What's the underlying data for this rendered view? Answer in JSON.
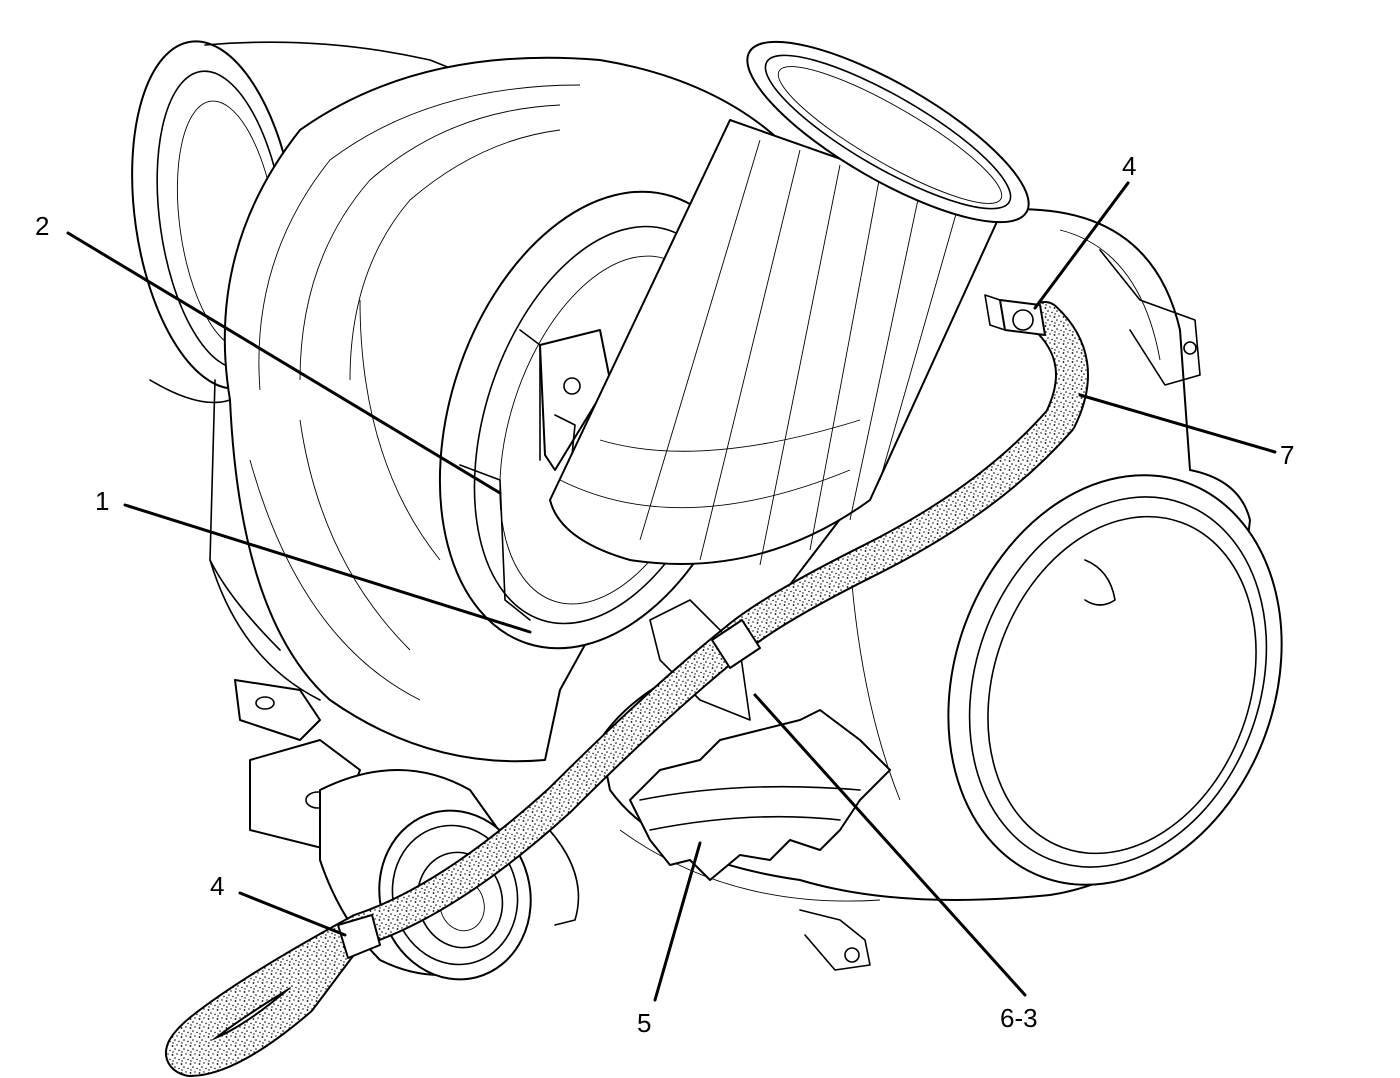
{
  "diagram": {
    "callouts": [
      {
        "id": "c1",
        "label": "1"
      },
      {
        "id": "c2",
        "label": "2"
      },
      {
        "id": "c4a",
        "label": "4"
      },
      {
        "id": "c4b",
        "label": "4"
      },
      {
        "id": "c5",
        "label": "5"
      },
      {
        "id": "c6",
        "label": "6-3"
      },
      {
        "id": "c7",
        "label": "7"
      }
    ]
  }
}
